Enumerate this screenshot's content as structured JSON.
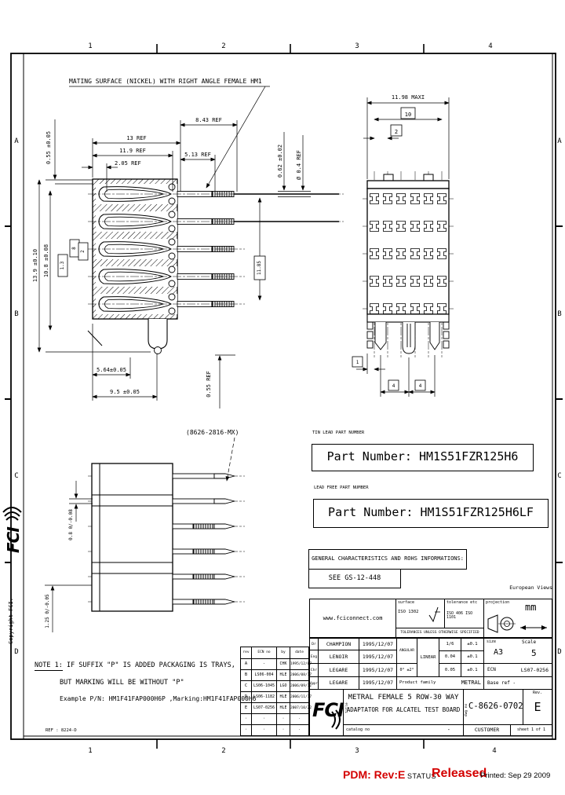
{
  "colors": {
    "line": "#000000",
    "accent_red": "#d40000",
    "paper": "#ffffff"
  },
  "margins": {
    "zone_cols": [
      "1",
      "2",
      "3",
      "4"
    ],
    "zone_rows": [
      "A",
      "B",
      "C",
      "D"
    ],
    "logo": "FCI",
    "copyright": "Copyright FCI.",
    "form_ref": "REF : 8224-D"
  },
  "annotations": {
    "mating_note": "MATING SURFACE (NICKEL) WITH RIGHT ANGLE FEMALE HM1",
    "mold_ref": "(8626-2816-MX)",
    "note1_label": "NOTE 1:",
    "note1_text": " IF SUFFIX \"P\" IS ADDED PACKAGING IS TRAYS,",
    "note1_line2": "BUT MARKING WILL BE WITHOUT \"P\"",
    "note1_line3": "Example P/N: HM1F41FAP000H6P ,Marking:HM1F41FAP000H6"
  },
  "dims": {
    "d055": "0.55 ±0.05",
    "d13": "13 REF",
    "d119": "11.9 REF",
    "d205": "2.05 REF",
    "d843": "8.43 REF",
    "d513": "5.13 REF",
    "d062": "0.62 ±0.02",
    "d04": "Ø 0.4 REF",
    "d139": "13.9 ±0.10",
    "d108": "10.8 ±0.08",
    "b8": "8",
    "b2": "2",
    "b13": "1.3",
    "b1185": "11.85",
    "d564": "5.64±0.05",
    "d95": "9.5 ±0.05",
    "d055r": "0.55 REF",
    "d1198": "11.98 MAXI",
    "b10": "10",
    "b2f": "2",
    "b1": "1",
    "b4a": "4",
    "b4b": "4",
    "d08": "0.8 0/-0.08",
    "d125": "1.25 0/-0.05"
  },
  "part_numbers": {
    "tin_label": "TIN LEAD PART NUMBER",
    "tin_value": "Part Number: HM1S51FZR125H6",
    "lf_label": "LEAD FREE PART NUMBER",
    "lf_value": "Part Number: HM1S51FZR125H6LF",
    "rohs_note": "GENERAL CHARACTERISTICS AND ROHS INFORMATIONS:",
    "rohs_see": "SEE GS-12-448",
    "views_label": "European Views"
  },
  "titleblock": {
    "website": "www.fciconnect.com",
    "surface_label": "surface",
    "surface_std": "ISO 1302",
    "tolerance_label": "tolerance etc",
    "tolerance_std": "ISO 406 ISO 1101",
    "tol_note": "TOLERANCES UNLESS OTHERWISE SPECIFIED",
    "projection_label": "projection",
    "unit": "mm",
    "sig_rows": [
      [
        "Dr",
        "CHAMPION",
        "1995/12/07"
      ],
      [
        "Eng",
        "LENOIR",
        "1995/12/07"
      ],
      [
        "Chr",
        "LEGARE",
        "1995/12/07"
      ],
      [
        "Appr",
        "LEGARE",
        "1995/12/07"
      ]
    ],
    "angular_label": "ANGULAR",
    "angular_value": "0° ±2°",
    "linear_label": "LINEAR",
    "linear_rows": [
      [
        "1/6",
        "±0.1"
      ],
      [
        "0.04",
        "±0.1"
      ],
      [
        "0.05",
        "±0.1"
      ]
    ],
    "size_label": "size",
    "size_value": "A3",
    "scale_label": "Scale",
    "scale_value": "5",
    "ecn_label": "ECN",
    "ecn_value": "LS07-0256",
    "base_ref": "Base ref  -",
    "family_label": "Product family",
    "family_value": "METRAL",
    "logo": "FCI",
    "title_label": "title",
    "title_line1": "METRAL FEMALE 5 ROW-30 WAY",
    "title_line2": "ADAPTATOR FOR ALCATEL TEST BOARD",
    "dwg_label": "dwg no",
    "dwg_no": "C-8626-0702",
    "rev_label": "Rev.",
    "rev_value": "E",
    "catalog_label": "catalog no",
    "catalog_value": "-",
    "customer_label": "CUSTOMER",
    "sheet_label": "sheet 1 of 1"
  },
  "revisions": {
    "headers": [
      "rev",
      "ECN no",
      "by",
      "date"
    ],
    "rows": [
      [
        "A",
        "-",
        "CHK",
        "1995/12/07"
      ],
      [
        "B",
        "LS06-004",
        "HLE",
        "2006/08/17"
      ],
      [
        "C",
        "LS06-1045",
        "LGO",
        "2006/09/12"
      ],
      [
        "D",
        "LS06-1182",
        "HLE",
        "2006/11/17"
      ],
      [
        "E",
        "LS07-0256",
        "HLE",
        "2007/10/22"
      ],
      [
        "·",
        "·",
        "·",
        "·"
      ],
      [
        "·",
        "·",
        "·",
        "·"
      ]
    ]
  },
  "status": {
    "pdm": "PDM: Rev:E",
    "status_label": "STATUS",
    "status_value": "Released",
    "printed": "Printed: Sep 29 2009"
  }
}
